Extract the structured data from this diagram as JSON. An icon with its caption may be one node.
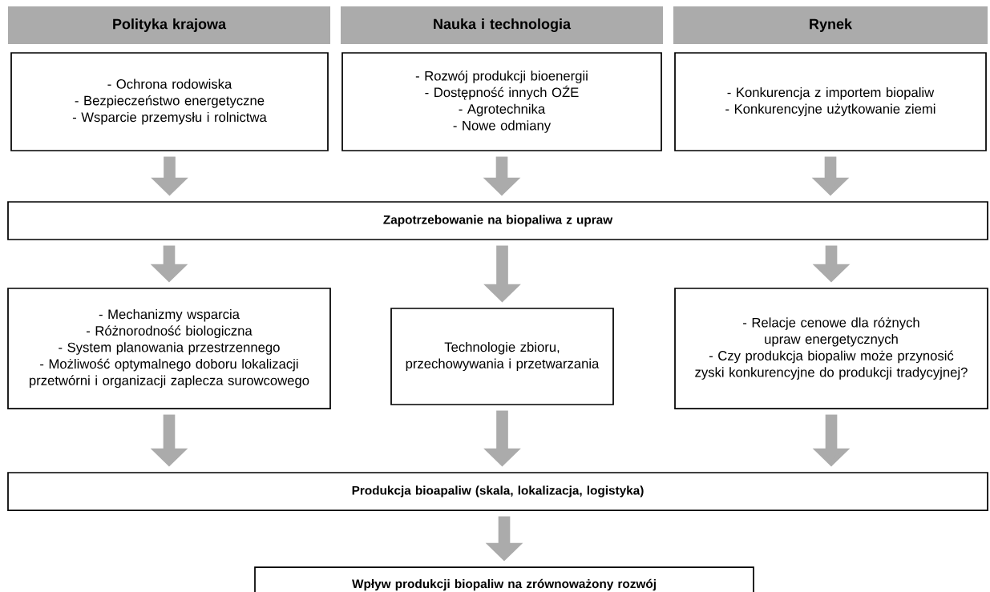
{
  "diagram": {
    "nodes": [
      {
        "text": [
          "Polityka krajowa"
        ]
      },
      {
        "text": [
          "Nauka i technologia"
        ]
      },
      {
        "text": [
          "Rynek"
        ]
      },
      {
        "text": [
          "- Ochrona rodowiska",
          "- Bezpieczeństwo energetyczne",
          "- Wsparcie przemysłu i rolnictwa"
        ]
      },
      {
        "text": [
          "- Rozwój produkcji bioenergii",
          "- Dostępność innych OŹE",
          "- Agrotechnika",
          "- Nowe odmiany"
        ]
      },
      {
        "text": [
          "- Konkurencja z importem biopaliw",
          "- Konkurencyjne użytkowanie ziemi"
        ]
      },
      {
        "text": [
          "Zapotrzebowanie na biopaliwa z upraw"
        ]
      },
      {
        "text": [
          "- Mechanizmy wsparcia",
          "- Różnorodność biologiczna",
          "- System planowania przestrzennego",
          "- Możliwość optymalnego doboru lokalizacji przetwórni i organizacji zaplecza surowcowego"
        ]
      },
      {
        "text": [
          "Technologie zbioru, przechowywania i przetwarzania"
        ]
      },
      {
        "text": [
          "- Relacje cenowe dla różnych upraw energetycznych",
          "- Czy produkcja biopaliw może przynosić zyski konkurencyjne do produkcji tradycyjnej?"
        ]
      },
      {
        "text": [
          "Produkcja bioapaliw (skala, lokalizacja, logistyka)"
        ]
      },
      {
        "text": [
          "Wpływ produkcji biopaliw na zrównoważony rozwój"
        ]
      }
    ],
    "edges": [
      {
        "from": 3,
        "to": 6,
        "arrow": "to"
      },
      {
        "from": 4,
        "to": 6,
        "arrow": "to"
      },
      {
        "from": 5,
        "to": 6,
        "arrow": "to"
      },
      {
        "from": 6,
        "to": 7,
        "arrow": "to"
      },
      {
        "from": 6,
        "to": 8,
        "arrow": "to"
      },
      {
        "from": 6,
        "to": 9,
        "arrow": "to"
      },
      {
        "from": 7,
        "to": 10,
        "arrow": "to"
      },
      {
        "from": 8,
        "to": 10,
        "arrow": "to"
      },
      {
        "from": 9,
        "to": 10,
        "arrow": "to"
      },
      {
        "from": 10,
        "to": 11,
        "arrow": "to"
      }
    ]
  }
}
